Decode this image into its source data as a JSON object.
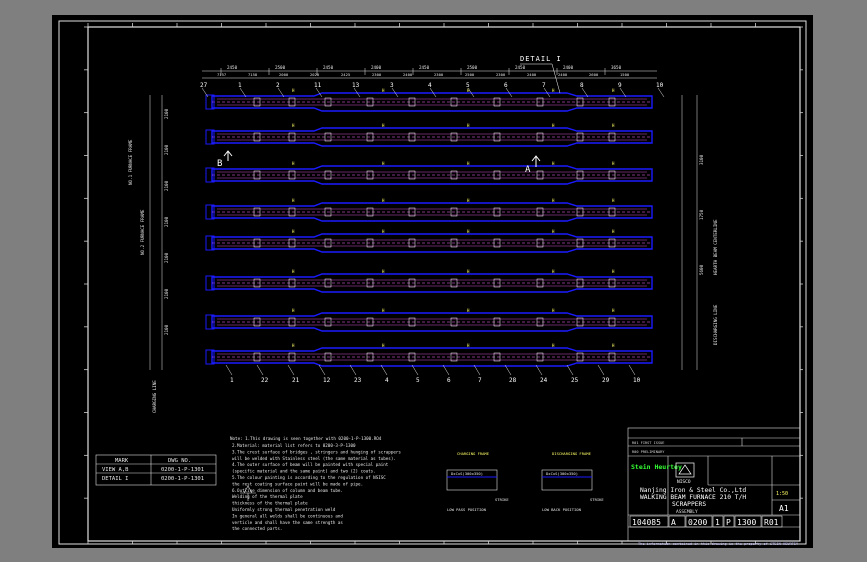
{
  "detail_label": "DETAIL I",
  "section_markers": {
    "left": "B",
    "right": "A"
  },
  "top_dims": [
    "2450",
    "2500",
    "2450",
    "2400",
    "2450",
    "2500",
    "2450",
    "2400",
    "3650"
  ],
  "top_sub_dims": [
    "7157",
    "7158",
    "2000",
    "2020",
    "2425",
    "2300",
    "2400",
    "2300",
    "2500",
    "2300",
    "2400",
    "2400",
    "2600",
    "1500"
  ],
  "top_callouts": [
    "27",
    "1",
    "2",
    "11",
    "13",
    "3",
    "4",
    "5",
    "6",
    "7",
    "8",
    "9",
    "10"
  ],
  "bottom_callouts": [
    "1",
    "22",
    "21",
    "12",
    "23",
    "4",
    "5",
    "6",
    "7",
    "28",
    "24",
    "25",
    "29",
    "10"
  ],
  "left_dims": [
    "2100",
    "2100",
    "2100",
    "2100",
    "2100",
    "2100",
    "2100"
  ],
  "left_vertical_labels": [
    "NO.1 FURNACE FRAME",
    "NO.2 FURNACE FRAME",
    "CHARGING LINE"
  ],
  "right_vertical_labels": [
    "HEARTH BEAM CENTERLINE",
    "DISCHARGING LINE"
  ],
  "right_dims": [
    "3100",
    "1750",
    "5600"
  ],
  "hatch_label": "H",
  "bar_count": 8,
  "notes": {
    "title": "Note: 1.This drawing is seen together with 0200-1-P-1300.RO4",
    "lines": [
      "2.Material: material list refers to 0200-3-P-1300",
      "3.The crest surface of bridges , stringers and hunging of scrappers",
      "  will be welded with Stainless steel (the same material as tubes).",
      "4.The outer surface of beam will be painted with special paint",
      "  (specific material and the same paint) and two (2) coats.",
      "5.The colour painting is according to the regulation of NSISC",
      "  the rest coating surface paint will be made of pipe.",
      "6.Outline dimension of column and beam tube.",
      "  Welding of the thermal plate",
      "  thickness of the thermal plate",
      "  Uniformly strong thermal penetration weld",
      "  In general all welds shall be continuous and",
      "  verticle and shall have the same strength as",
      "  the connected parts."
    ]
  },
  "sections": [
    {
      "title": "CHARGING FRAME",
      "labels": [
        "DxCxS(300x350)",
        "STRIKE",
        "LOW PASS POSITION"
      ]
    },
    {
      "title": "DISCHARGING FRAME",
      "labels": [
        "DxCxS(300x350)",
        "STRIKE",
        "LOW BACK POSITION"
      ]
    }
  ],
  "ref_table": {
    "headers": [
      "MARK",
      "DWG NO."
    ],
    "rows": [
      {
        "mark": "VIEW A,B",
        "dwg": "0200-1-P-1301"
      },
      {
        "mark": "DETAIL I",
        "dwg": "0200-1-P-1301"
      }
    ]
  },
  "title_block": {
    "company": "Nanjing Iron & Steel  Co.,Ltd",
    "line2": "WALKING BEAM FURNACE 210 T/H",
    "line3": "SCRAPPERS",
    "line4": "ASSEMBLY",
    "logo_text": "Stein Heurtey",
    "logo_sub": "NISCO",
    "scale": "1:50",
    "size": "A1",
    "doc_number": [
      "104085",
      "A",
      "0200",
      "1",
      "P",
      "1300",
      "R01"
    ],
    "revision_rows": [
      "R01 FIRST ISSUE",
      "R00 PRELIMINARY"
    ]
  },
  "footer_note": "The information contained in this drawing is the property of STEIN HEURTEY",
  "colors": {
    "paper": "#000000",
    "frame": "#e0e0e0",
    "beam": "#1a1aff",
    "beam_inner": "#ff66ff",
    "dim": "#e6e6e6",
    "hatch": "#ffff66",
    "marker": "#00ff00"
  }
}
